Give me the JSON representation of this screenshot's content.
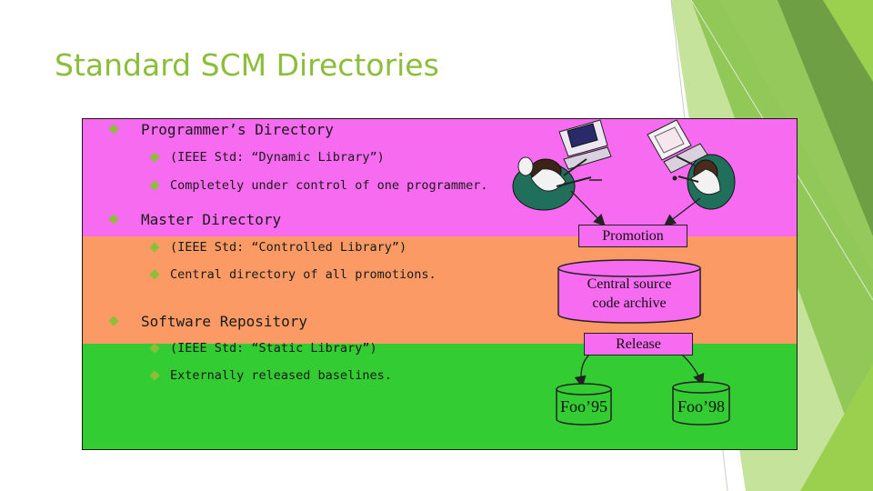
{
  "title": "Standard SCM Directories",
  "sections": [
    {
      "label": "Programmer’s Directory",
      "items": [
        "(IEEE Std: “Dynamic Library”)",
        "Completely under control of one programmer."
      ]
    },
    {
      "label": "Master Directory",
      "items": [
        "(IEEE Std: “Controlled Library”)",
        "Central directory of all promotions."
      ]
    },
    {
      "label": "Software Repository",
      "items": [
        "(IEEE Std: “Static Library”)",
        "Externally released baselines."
      ]
    }
  ],
  "diagram": {
    "promotion": "Promotion",
    "archive_line1": "Central source",
    "archive_line2": "code archive",
    "release": "Release",
    "foo95": "Foo’95",
    "foo98": "Foo’98"
  },
  "colors": {
    "title": "#8cbe3c",
    "programmer_band": "#f76bf0",
    "master_band": "#fb9a64",
    "repository_band": "#33cc33",
    "bullet": "#8cbe3c"
  }
}
